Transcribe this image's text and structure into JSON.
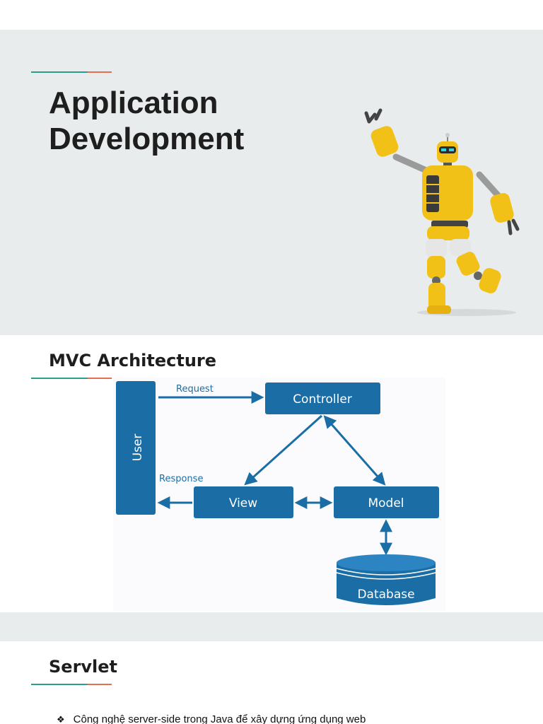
{
  "slide1": {
    "title_line1": "Application",
    "title_line2": "Development"
  },
  "slide2": {
    "heading": "MVC Architecture",
    "diagram": {
      "user": "User",
      "request": "Request",
      "response": "Response",
      "controller": "Controller",
      "view": "View",
      "model": "Model",
      "database": "Database"
    }
  },
  "slide3": {
    "heading": "Servlet",
    "bullets": [
      "Công nghệ server-side trong Java để xây dựng ứng dụng web"
    ]
  },
  "colors": {
    "accent_teal": "#2a9d8f",
    "accent_orange": "#e76f51",
    "diagram_blue": "#1a6ea5",
    "slide_bg": "#e9ecec"
  }
}
